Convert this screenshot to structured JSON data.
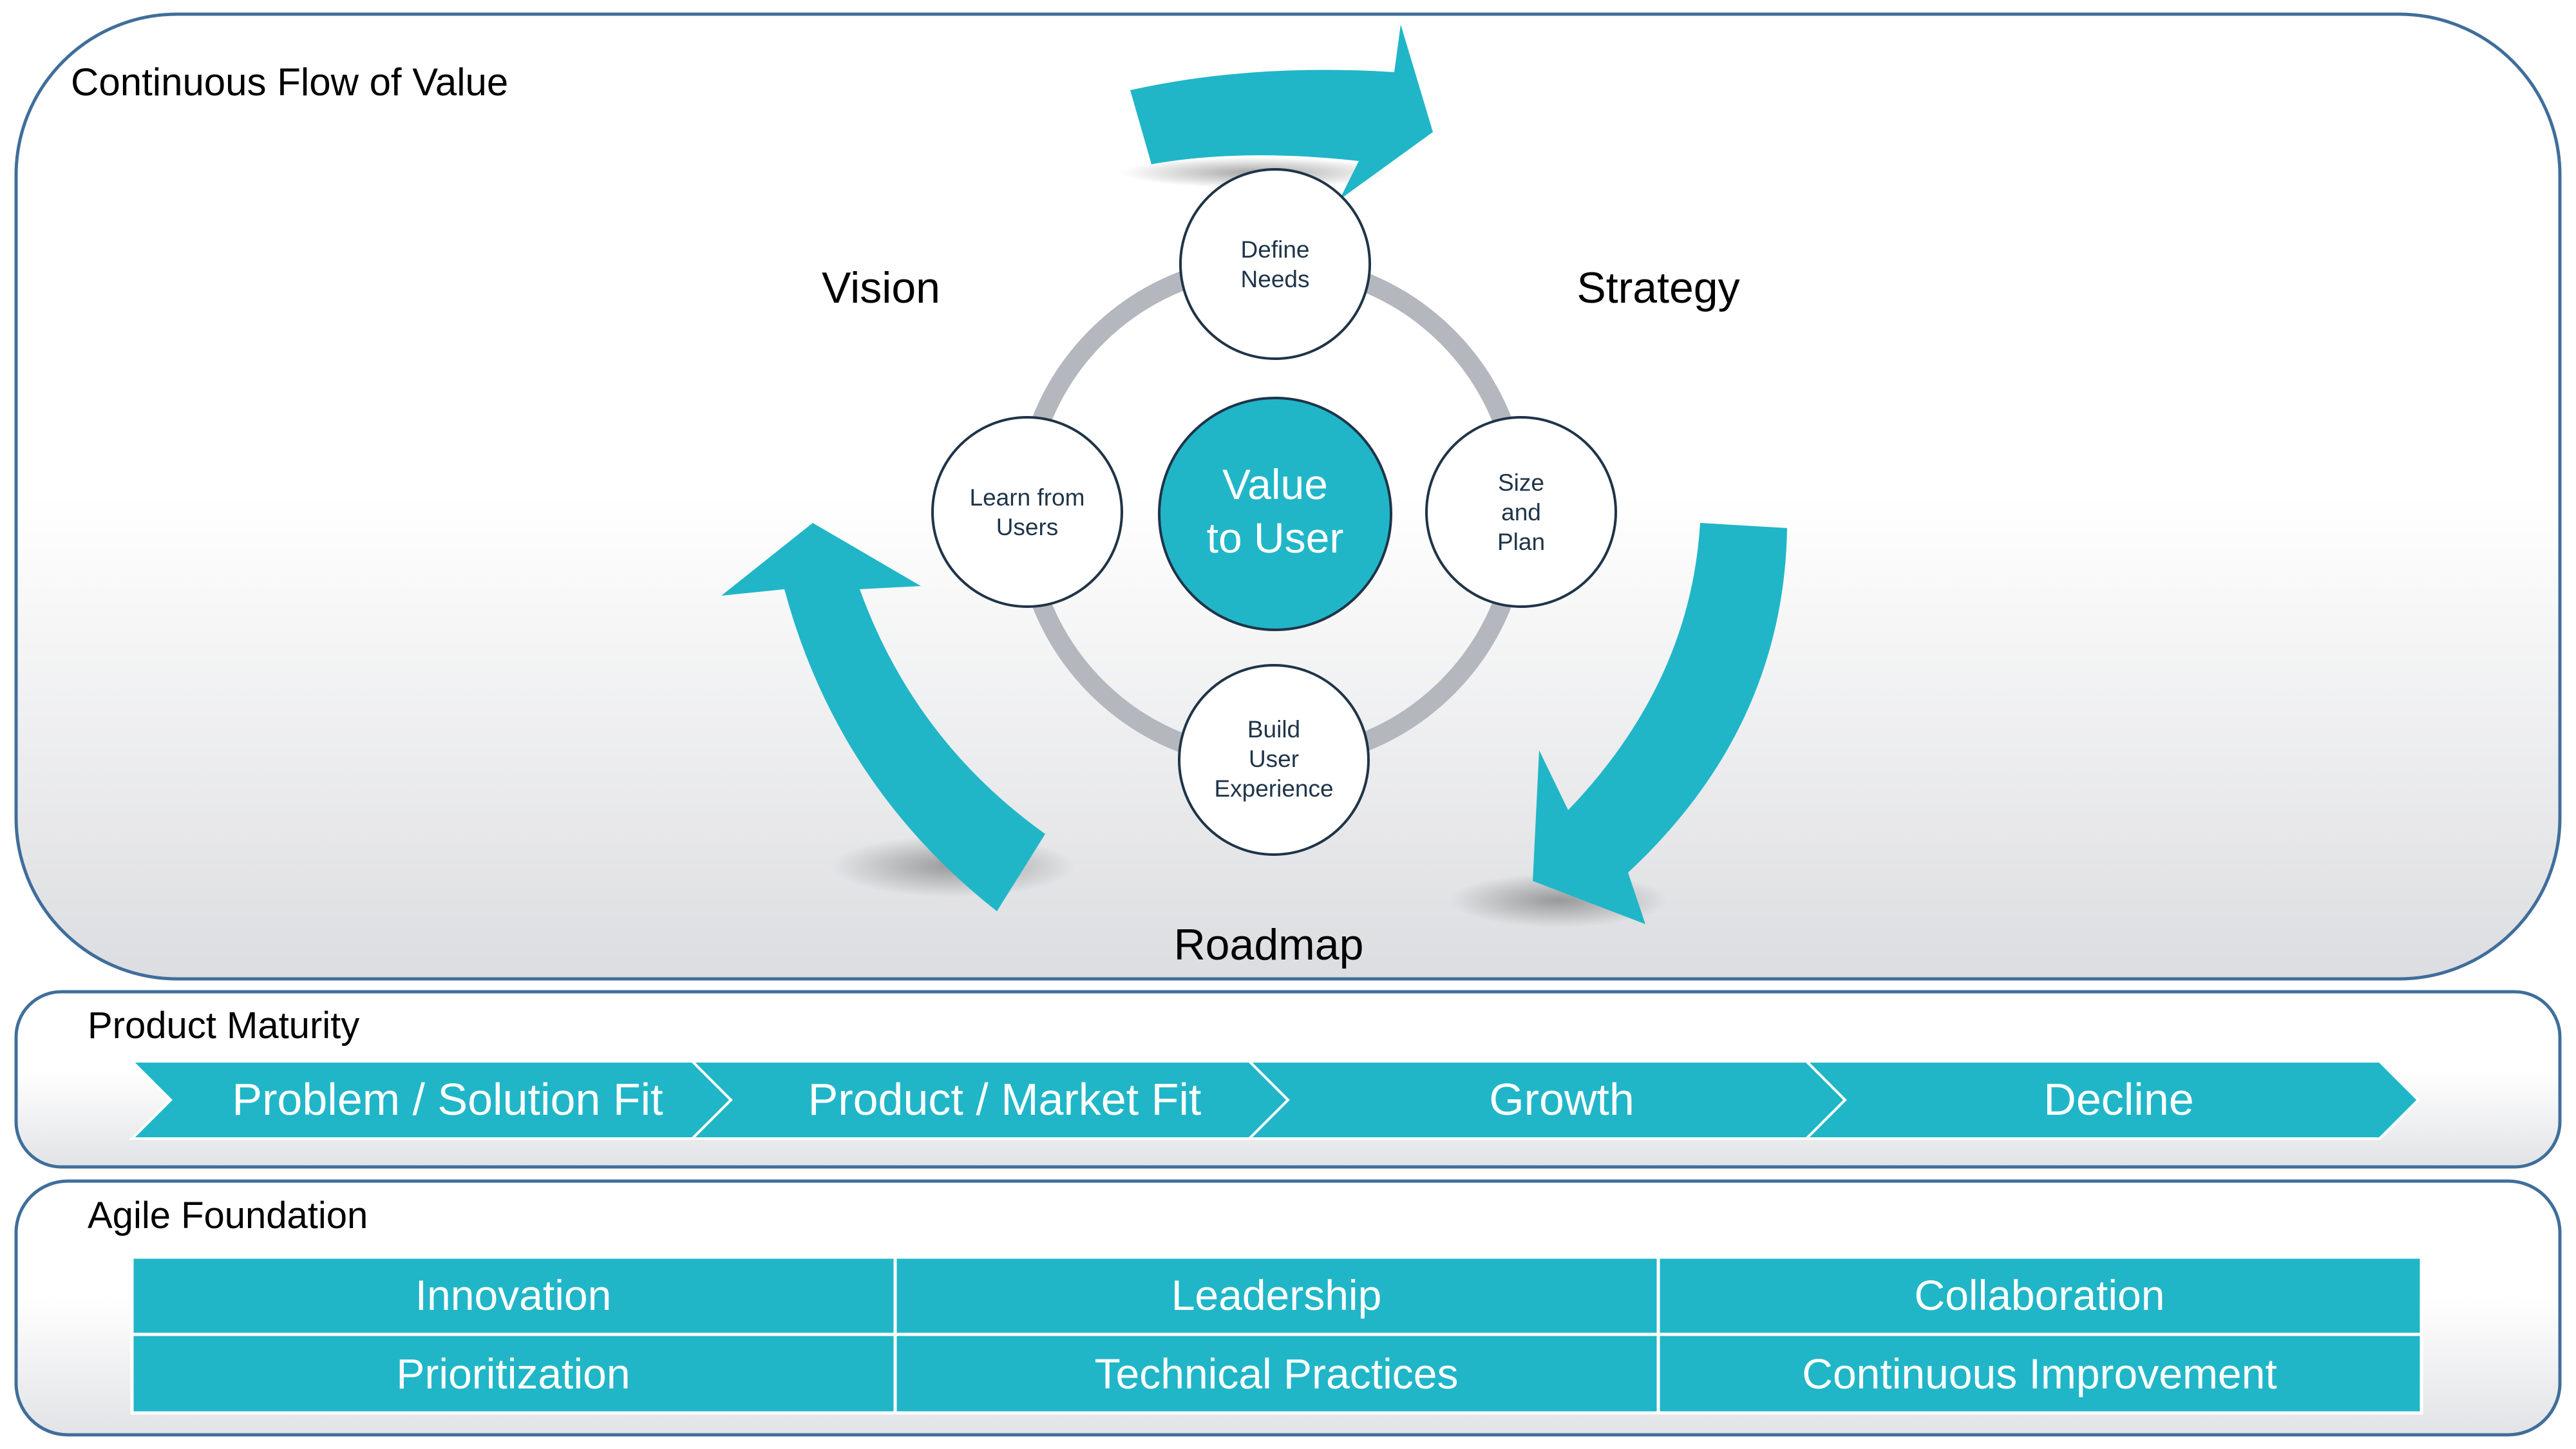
{
  "flow_panel": {
    "title": "Continuous Flow of Value",
    "labels": {
      "vision": "Vision",
      "strategy": "Strategy",
      "roadmap": "Roadmap"
    },
    "center": {
      "line1": "Value",
      "line2": "to User"
    },
    "nodes": {
      "define_needs": [
        "Define",
        "Needs"
      ],
      "size_and_plan": [
        "Size",
        "and",
        "Plan"
      ],
      "build_user_experience": [
        "Build",
        "User",
        "Experience"
      ],
      "learn_from_users": [
        "Learn from",
        "Users"
      ]
    }
  },
  "maturity_panel": {
    "title": "Product Maturity",
    "stages": [
      "Problem / Solution Fit",
      "Product / Market Fit",
      "Growth",
      "Decline"
    ]
  },
  "agile_panel": {
    "title": "Agile Foundation",
    "cells": [
      "Innovation",
      "Leadership",
      "Collaboration",
      "Prioritization",
      "Technical Practices",
      "Continuous Improvement"
    ]
  },
  "colors": {
    "teal": "#20B6C8",
    "panel_border": "#3F6E9B",
    "ring": "#B4B7BE",
    "node_border": "#1F3448",
    "dark_text": "#1F3448"
  }
}
